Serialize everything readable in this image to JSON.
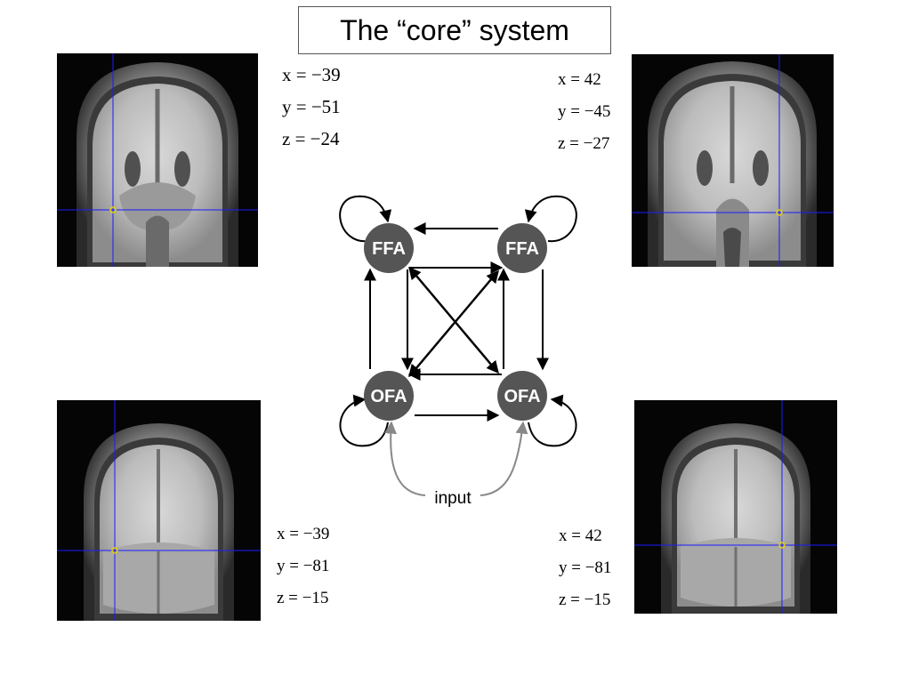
{
  "title": "The “core” system",
  "coordinate_sets": {
    "top_left": {
      "x": "x = −39",
      "y": "y = −51",
      "z": "z = −24"
    },
    "top_right": {
      "x": "x = 42",
      "y": "y = −45",
      "z": "z = −27"
    },
    "bottom_left": {
      "x": "x = −39",
      "y": "y = −81",
      "z": "z = −15"
    },
    "bottom_right": {
      "x": "x = 42",
      "y": "y = −81",
      "z": "z = −15"
    }
  },
  "diagram": {
    "nodes": {
      "ffa_left": "FFA",
      "ffa_right": "FFA",
      "ofa_left": "OFA",
      "ofa_right": "OFA"
    },
    "input_label": "input"
  },
  "colors": {
    "node_fill": "#555555",
    "crosshair": "#1a1aff",
    "marker": "#e6d000",
    "input_arrow": "#888888"
  }
}
